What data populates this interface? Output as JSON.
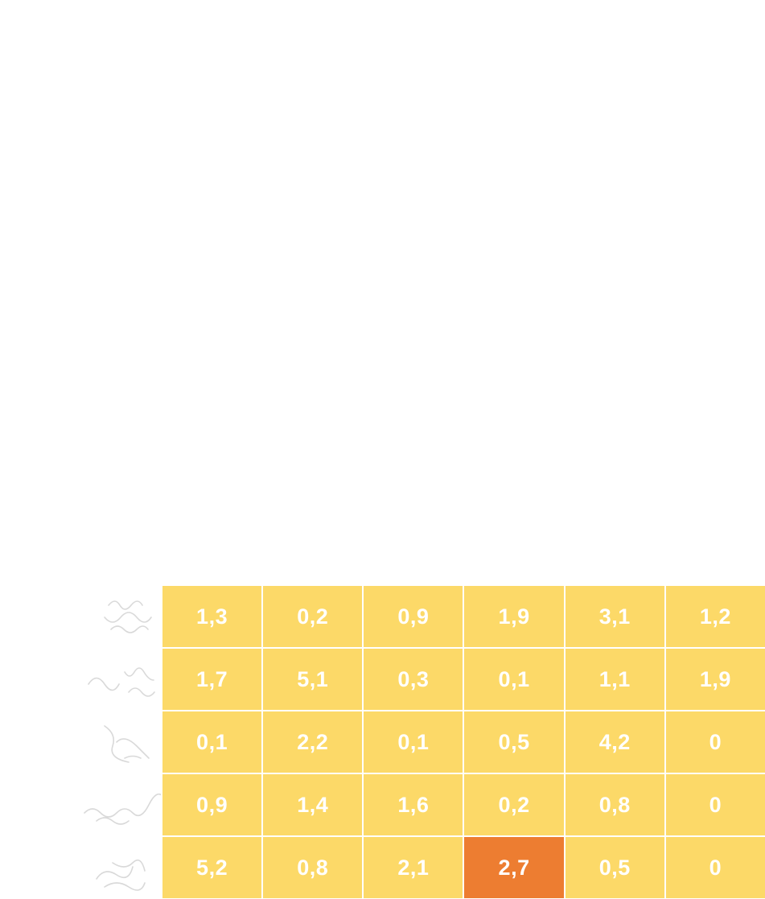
{
  "colors": {
    "base": "#fcd968",
    "highlight": "#ed7d31",
    "text": "#ffffff",
    "icon": "#d9d9d9"
  },
  "chart_data": {
    "type": "heatmap",
    "title": "",
    "xlabel": "",
    "ylabel": "",
    "row_icons": [
      "protein-structure-icon",
      "protein-structure-icon",
      "protein-structure-icon",
      "protein-structure-icon",
      "protein-structure-icon"
    ],
    "values": [
      [
        "1,3",
        "0,2",
        "0,9",
        "1,9",
        "3,1",
        "1,2"
      ],
      [
        "1,7",
        "5,1",
        "0,3",
        "0,1",
        "1,1",
        "1,9"
      ],
      [
        "0,1",
        "2,2",
        "0,1",
        "0,5",
        "4,2",
        "0"
      ],
      [
        "0,9",
        "1,4",
        "1,6",
        "0,2",
        "0,8",
        "0"
      ],
      [
        "5,2",
        "0,8",
        "2,1",
        "2,7",
        "0,5",
        "0"
      ]
    ],
    "highlighted_cells": [
      [
        4,
        3
      ]
    ]
  }
}
